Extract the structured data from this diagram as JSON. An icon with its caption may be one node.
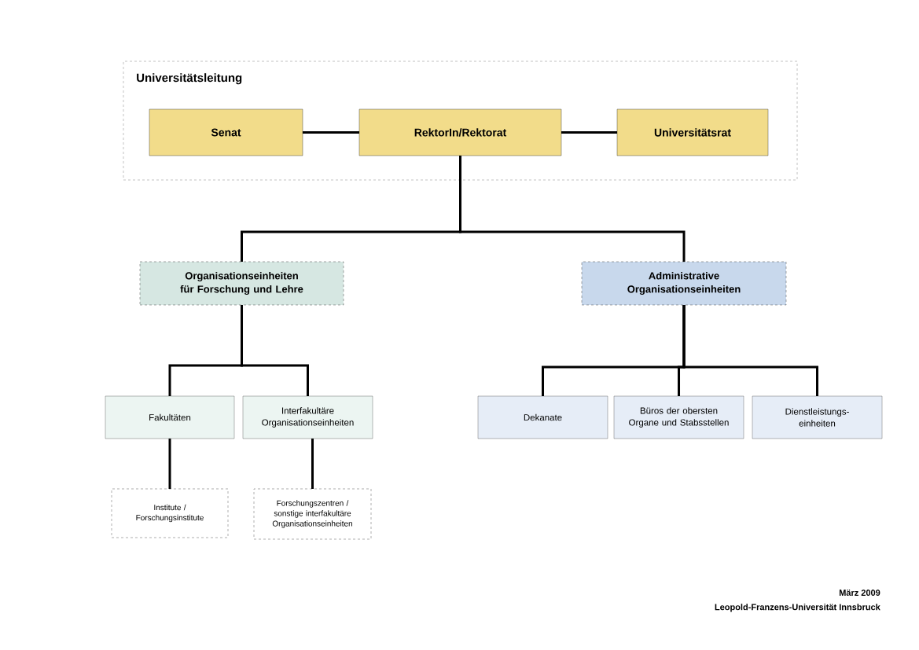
{
  "diagram": {
    "nodes": [
      {
        "text": [
          "Universitätsleitung"
        ]
      },
      {
        "text": [
          "Senat"
        ],
        "in": 0
      },
      {
        "text": [
          "RektorIn/Rektorat"
        ],
        "in": 0
      },
      {
        "text": [
          "Universitätsrat"
        ],
        "in": 0
      },
      {
        "text": [
          "Organisationseinheiten für Forschung und Lehre"
        ]
      },
      {
        "text": [
          "Administrative Organisationseinheiten"
        ]
      },
      {
        "text": [
          "Fakultäten"
        ]
      },
      {
        "text": [
          "Interfakultäre Organisationseinheiten"
        ]
      },
      {
        "text": [
          "Dekanate"
        ]
      },
      {
        "text": [
          "Büros der obersten Organe und Stabsstellen"
        ]
      },
      {
        "text": [
          "Dienstleistungs- einheiten"
        ]
      },
      {
        "text": [
          "Institute / Forschungsinstitute"
        ]
      },
      {
        "text": [
          "Forschungszentren / sonstige interfakultäre Organisationseinheiten"
        ]
      }
    ],
    "edges": [
      {
        "from": 1,
        "to": 2,
        "arrow": "none"
      },
      {
        "from": 2,
        "to": 3,
        "arrow": "none"
      },
      {
        "from": 2,
        "to": 4,
        "arrow": "none"
      },
      {
        "from": 2,
        "to": 5,
        "arrow": "none"
      },
      {
        "from": 4,
        "to": 6,
        "arrow": "none"
      },
      {
        "from": 4,
        "to": 7,
        "arrow": "none"
      },
      {
        "from": 5,
        "to": 8,
        "arrow": "none"
      },
      {
        "from": 5,
        "to": 9,
        "arrow": "none"
      },
      {
        "from": 5,
        "to": 10,
        "arrow": "none"
      },
      {
        "from": 6,
        "to": 11,
        "arrow": "none"
      },
      {
        "from": 7,
        "to": 12,
        "arrow": "none"
      }
    ],
    "labels": [
      "März 2009",
      "Leopold-Franzens-Universität Innsbruck"
    ]
  }
}
